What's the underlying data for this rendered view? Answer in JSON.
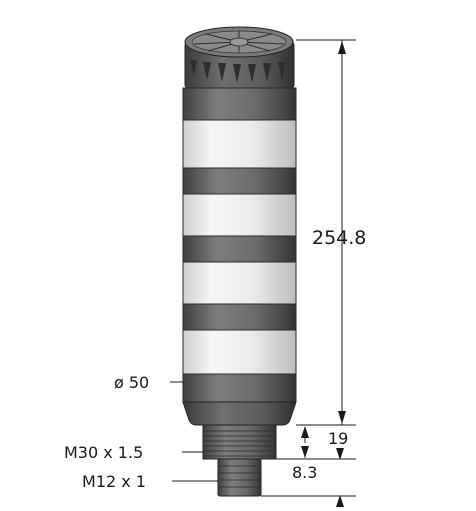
{
  "dimensions": {
    "overall_height": "254.8",
    "diameter": "ø 50",
    "thread_large": "M30 x 1.5",
    "thread_small": "M12 x 1",
    "base_height": "19",
    "connector_height": "8.3"
  },
  "colors": {
    "light_segment": "#ebebeb",
    "dark_band": "#6e6e6e",
    "cap": "#5a5a5a",
    "line": "#1a1a1a"
  },
  "segments": 4
}
